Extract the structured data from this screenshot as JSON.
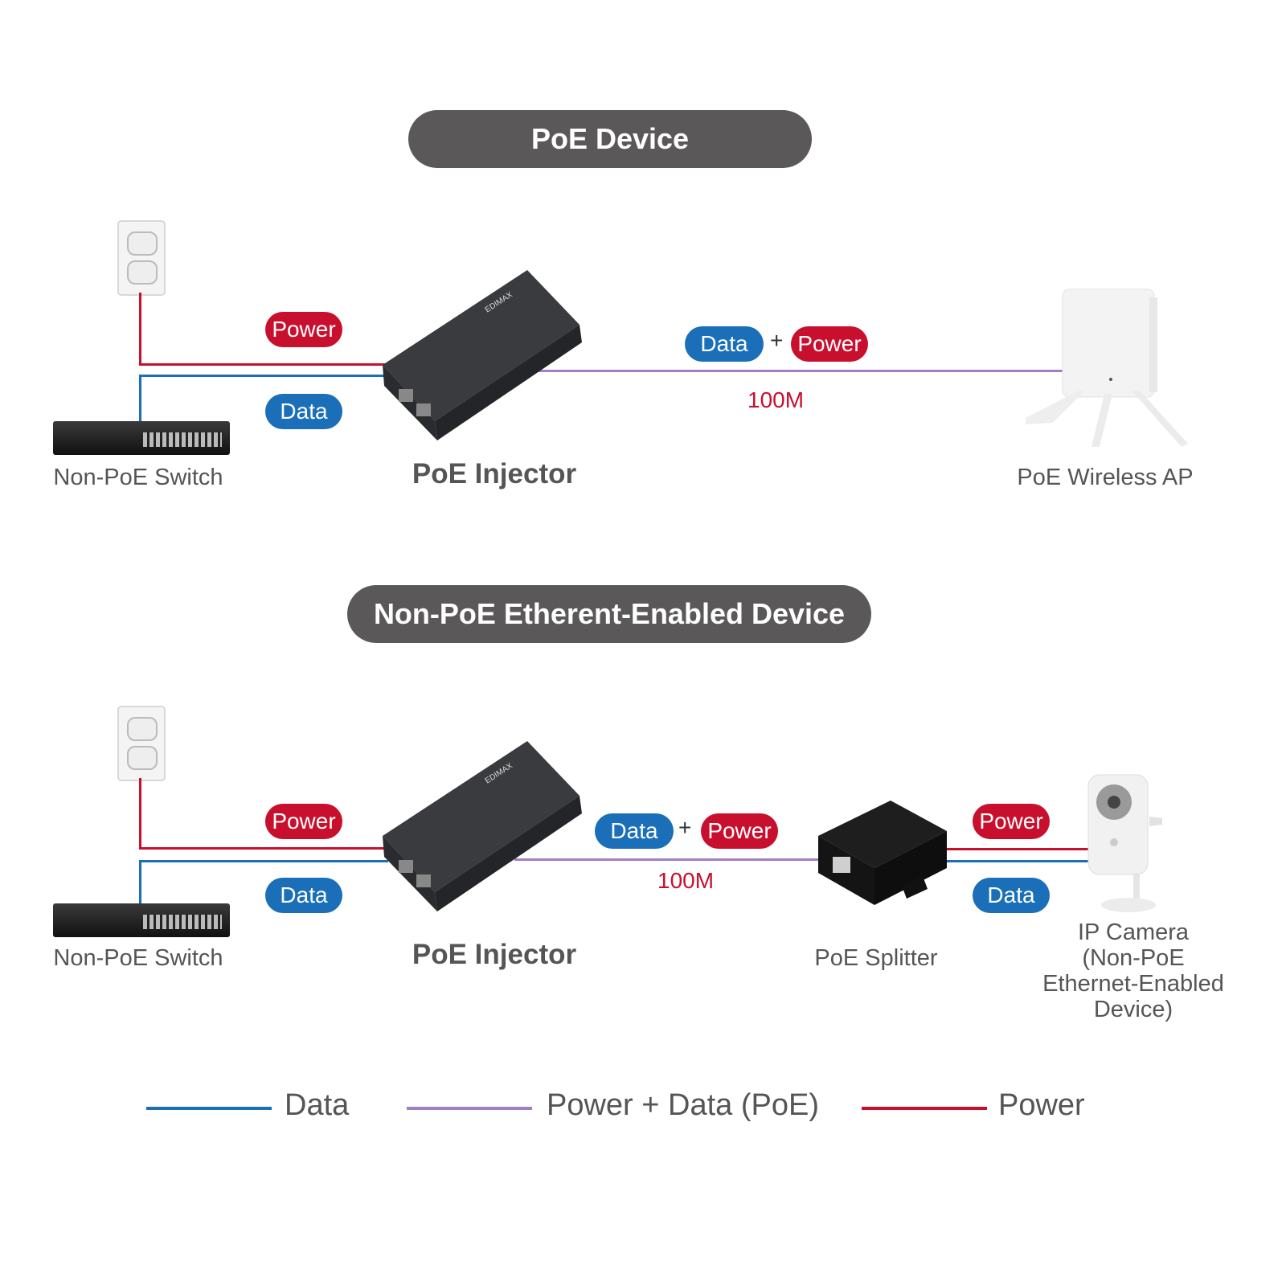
{
  "colors": {
    "data": "#1a6fb8",
    "poe": "#a27fc2",
    "power": "#c8102e",
    "pill": "#5b5859"
  },
  "sections": [
    {
      "title": "PoE Device",
      "badges": {
        "power_in": "Power",
        "data_in": "Data",
        "out_data": "Data",
        "plus": "+",
        "out_power": "Power"
      },
      "distance": "100M",
      "devices": {
        "switch": "Non-PoE Switch",
        "injector": "PoE Injector",
        "endpoint": "PoE Wireless AP"
      },
      "icons": {
        "outlet": "power-outlet-icon",
        "switch": "network-switch-icon",
        "injector": "poe-injector-icon",
        "endpoint": "wireless-ap-icon"
      }
    },
    {
      "title": "Non-PoE Etherent-Enabled Device",
      "badges": {
        "power_in": "Power",
        "data_in": "Data",
        "out_data": "Data",
        "plus": "+",
        "out_power": "Power",
        "split_power": "Power",
        "split_data": "Data"
      },
      "distance": "100M",
      "devices": {
        "switch": "Non-PoE Switch",
        "injector": "PoE Injector",
        "splitter": "PoE Splitter",
        "endpoint_lines": [
          "IP Camera",
          "(Non-PoE",
          "Ethernet-Enabled",
          "Device)"
        ]
      },
      "icons": {
        "outlet": "power-outlet-icon",
        "switch": "network-switch-icon",
        "injector": "poe-injector-icon",
        "splitter": "poe-splitter-icon",
        "endpoint": "ip-camera-icon"
      }
    }
  ],
  "legend": [
    {
      "label": "Data",
      "color": "#1a6fb8"
    },
    {
      "label": "Power + Data (PoE)",
      "color": "#a27fc2"
    },
    {
      "label": "Power",
      "color": "#c8102e"
    }
  ]
}
